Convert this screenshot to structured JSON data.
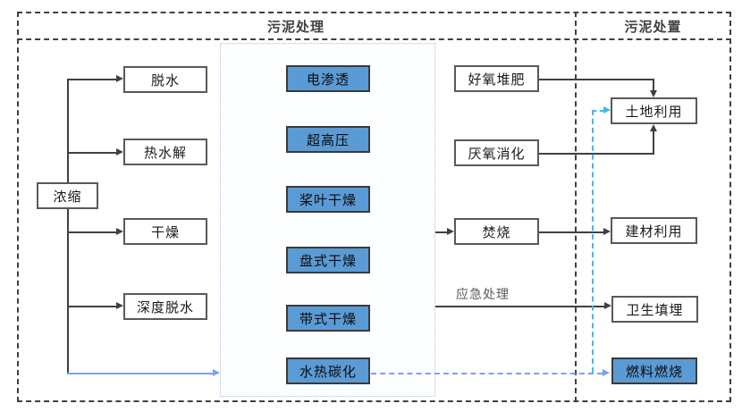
{
  "headers": {
    "treatment": "污泥处理",
    "disposal": "污泥处置"
  },
  "nodes": {
    "thicken": "浓缩",
    "dewater": "脱水",
    "thermal_hydrolysis": "热水解",
    "drying": "干燥",
    "deep_dewater": "深度脱水",
    "electroosmosis": "电渗透",
    "ultra_high_pressure": "超高压",
    "paddle_drying": "桨叶干燥",
    "disc_drying": "盘式干燥",
    "belt_drying": "带式干燥",
    "hydrothermal_carbonization": "水热碳化",
    "aerobic_composting": "好氧堆肥",
    "anaerobic_digestion": "厌氧消化",
    "incineration": "焚烧",
    "land_use": "土地利用",
    "building_material_use": "建材利用",
    "sanitary_landfill": "卫生填埋",
    "fuel_combustion": "燃料燃烧"
  },
  "annotations": {
    "emergency": "应急处理"
  },
  "colors": {
    "node_blue_fill": "#5B9BD5",
    "line_dark": "#404040",
    "connector_cornflower": "#7CA2E8",
    "connector_cyan": "#3FB9EE",
    "dotted_container_border": "#9DC3E6"
  }
}
